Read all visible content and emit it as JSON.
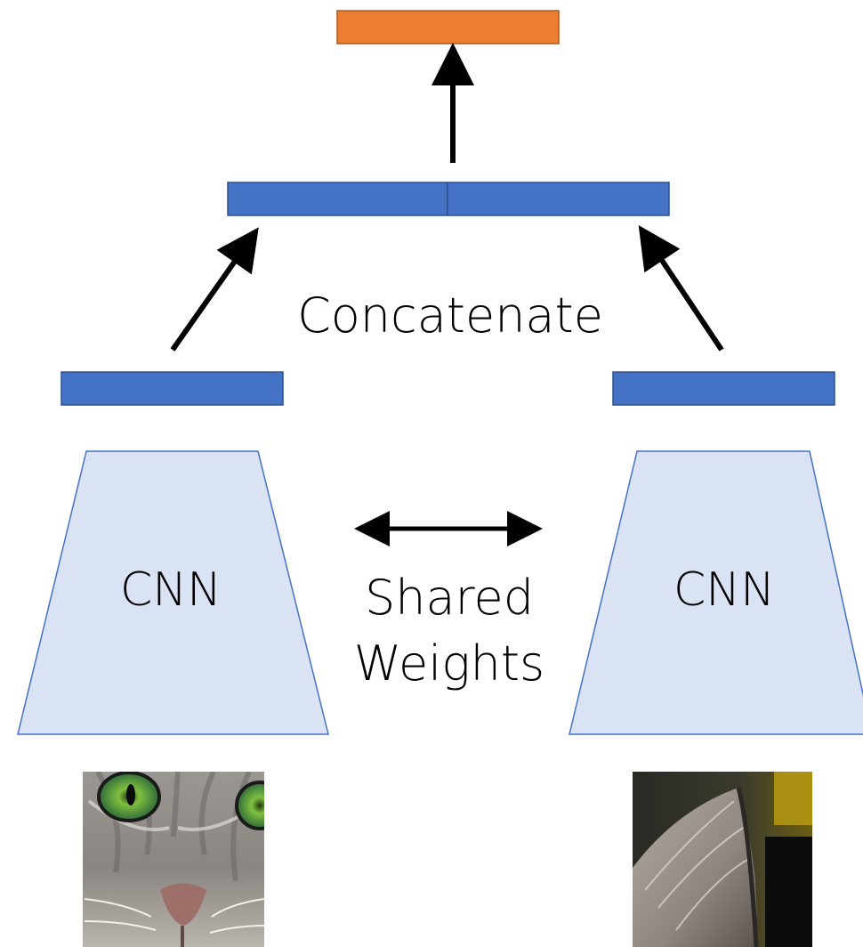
{
  "labels": {
    "concatenate": "Concatenate",
    "cnn_left": "CNN",
    "cnn_right": "CNN",
    "shared_line1": "Shared",
    "shared_line2": "Weights"
  },
  "colors": {
    "output_fill": "#ED7D31",
    "output_stroke": "#AE5A21",
    "feature_fill": "#4472C4",
    "feature_stroke": "#2F528F",
    "cnn_fill": "#DAE3F3",
    "cnn_stroke": "#4472C4",
    "arrow": "#000000"
  },
  "images": {
    "left": "cat-face-patch",
    "right": "cat-ear-patch"
  }
}
